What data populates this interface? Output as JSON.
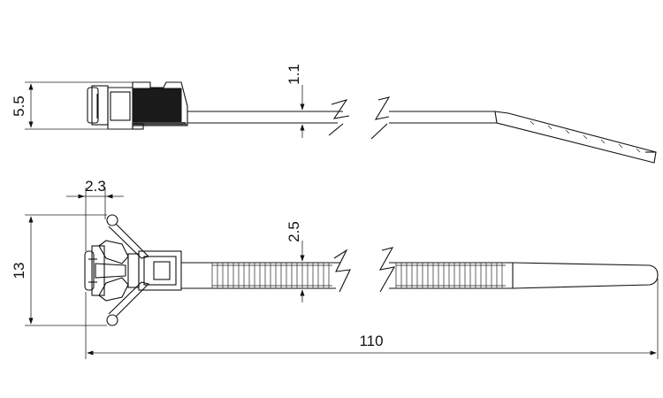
{
  "dimensions": {
    "head_height": "5.5",
    "strap_thickness": "1.1",
    "anchor_offset": "2.3",
    "wing_span": "13",
    "strap_width": "2.5",
    "overall_length": "110"
  },
  "colors": {
    "line": "#111111",
    "background": "#ffffff"
  }
}
